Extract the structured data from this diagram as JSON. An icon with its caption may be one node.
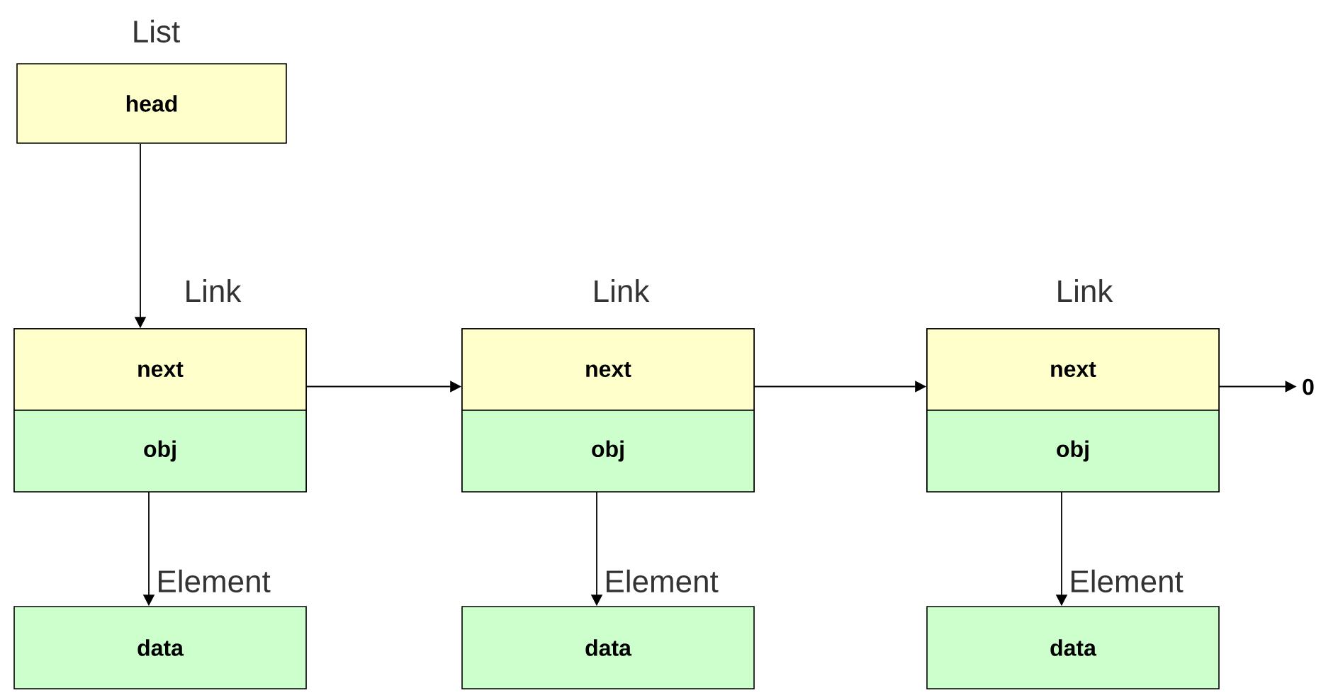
{
  "diagram": {
    "nodes": [
      {
        "text": [
          "head"
        ],
        "beside": [
          "List"
        ]
      },
      {
        "text": [
          "Link"
        ]
      },
      {
        "text": [
          "next"
        ],
        "in": 1
      },
      {
        "text": [
          "obj"
        ],
        "in": 1
      },
      {
        "text": [
          "data"
        ],
        "beside": [
          "Element"
        ]
      },
      {
        "text": [
          "Link"
        ]
      },
      {
        "text": [
          "next"
        ],
        "in": 5
      },
      {
        "text": [
          "obj"
        ],
        "in": 5
      },
      {
        "text": [
          "data"
        ],
        "beside": [
          "Element"
        ]
      },
      {
        "text": [
          "Link"
        ]
      },
      {
        "text": [
          "next"
        ],
        "in": 9
      },
      {
        "text": [
          "obj"
        ],
        "in": 9
      },
      {
        "text": [
          "data"
        ],
        "beside": [
          "Element"
        ]
      },
      {
        "text": [
          "0"
        ]
      }
    ],
    "edges": [
      {
        "from": 0,
        "to": 2,
        "arrow": "to"
      },
      {
        "from": 2,
        "to": 6,
        "arrow": "to"
      },
      {
        "from": 6,
        "to": 10,
        "arrow": "to"
      },
      {
        "from": 10,
        "to": 13,
        "arrow": "to"
      },
      {
        "from": 3,
        "to": 4,
        "arrow": "to"
      },
      {
        "from": 7,
        "to": 8,
        "arrow": "to"
      },
      {
        "from": 11,
        "to": 12,
        "arrow": "to"
      }
    ]
  }
}
